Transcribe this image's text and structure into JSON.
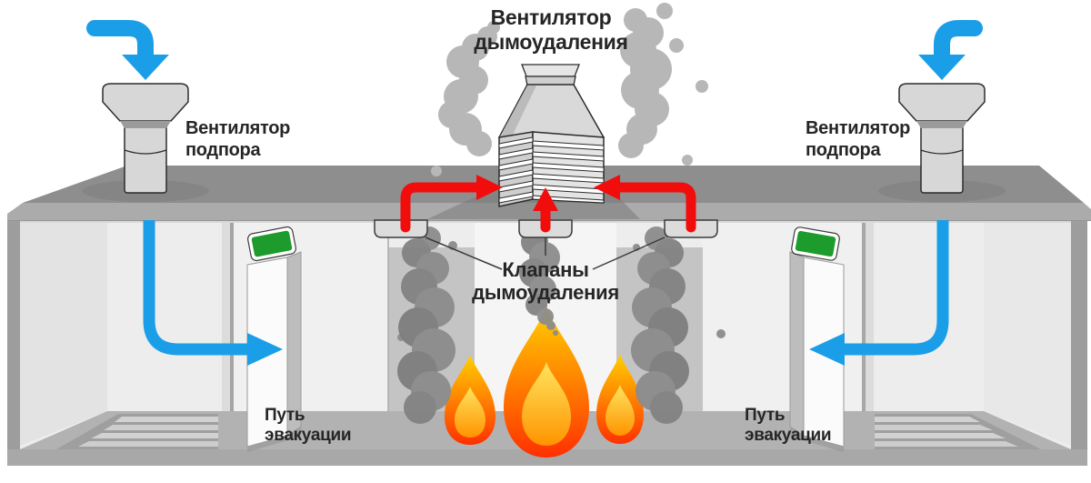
{
  "labels": {
    "exhaust_fan": "Вентилятор дымоудаления",
    "pressure_fan_left": "Вентилятор подпора",
    "pressure_fan_right": "Вентилятор подпора",
    "smoke_valves": "Клапаны дымоудаления",
    "evacuation_left": "Путь эвакуации",
    "evacuation_right": "Путь эвакуации"
  },
  "colors": {
    "airflow-blue": "#1b9ee8",
    "smoke-red": "#f20d0d",
    "exit-green": "#1d9b2c",
    "flame-outer-top": "#ffd000",
    "flame-outer-mid": "#ff8a00",
    "flame-outer-bottom": "#ff3000",
    "flame-inner-top": "#ffe45e",
    "flame-inner-bottom": "#ff9400",
    "roof-gray": "#8e8e8e",
    "fascia-gray": "#ababab",
    "smoke-outdoor": "#b7b7b7",
    "smoke-indoor": "#8c8c8c"
  }
}
